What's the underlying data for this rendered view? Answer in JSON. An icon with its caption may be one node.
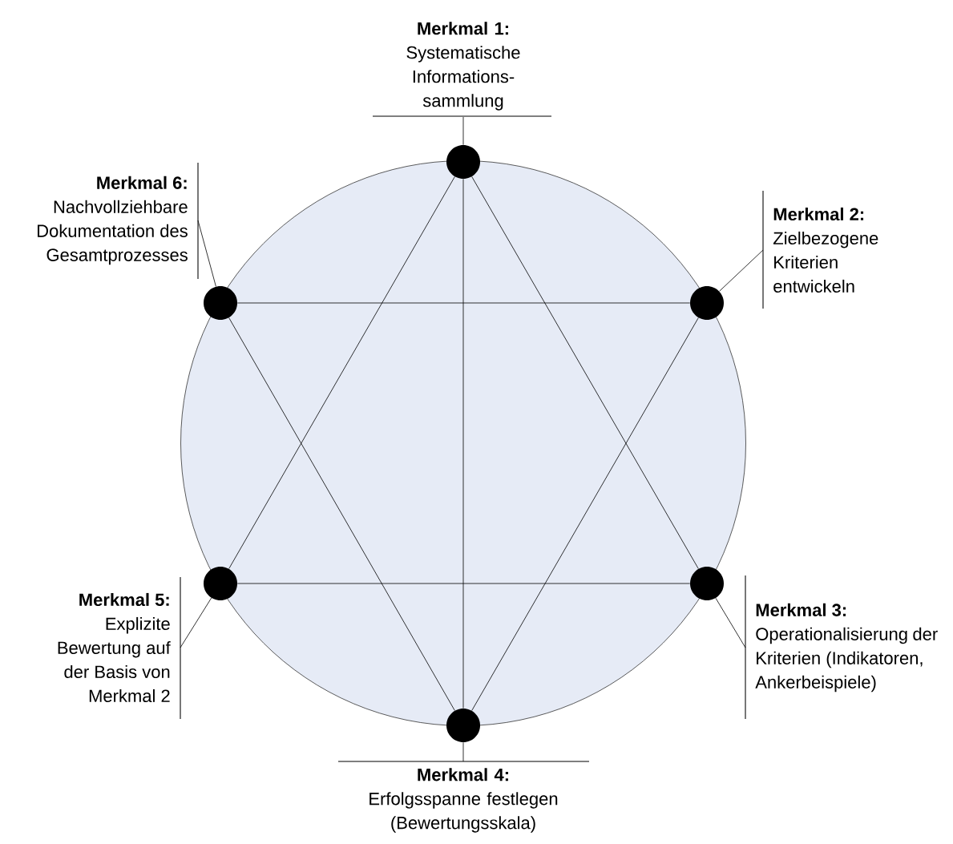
{
  "diagram": {
    "nodes": [
      {
        "text": [
          "Merkmal 1:",
          "Systematische Informations-sammlung"
        ]
      },
      {
        "text": [
          "Merkmal 2:",
          "Zielbezogene Kriterien entwickeln"
        ]
      },
      {
        "text": [
          "Merkmal 3:",
          "Operationalisierung der Kriterien (Indikatoren, Ankerbeispiele)"
        ]
      },
      {
        "text": [
          "Merkmal 4:",
          "Erfolgsspanne festlegen (Bewertungsskala)"
        ]
      },
      {
        "text": [
          "Merkmal 5:",
          "Explizite Bewertung auf der Basis von Merkmal 2"
        ]
      },
      {
        "text": [
          "Merkmal 6:",
          "Nachvollziehbare Dokumentation des Gesamtprozesses"
        ]
      },
      {
        "text": [],
        "shape": "circle"
      },
      {
        "text": [],
        "shape": "circle"
      },
      {
        "text": [],
        "shape": "circle"
      },
      {
        "text": [],
        "shape": "circle"
      },
      {
        "text": [],
        "shape": "circle"
      },
      {
        "text": [],
        "shape": "circle"
      }
    ],
    "edges": [
      {
        "from": 6,
        "to": 9,
        "arrow": "none"
      },
      {
        "from": 6,
        "to": 10,
        "arrow": "none"
      },
      {
        "from": 6,
        "to": 11,
        "arrow": "none"
      },
      {
        "from": 11,
        "to": 7,
        "arrow": "none"
      },
      {
        "from": 11,
        "to": 8,
        "arrow": "none"
      },
      {
        "from": 7,
        "to": 8,
        "arrow": "none"
      },
      {
        "from": 9,
        "to": 10,
        "arrow": "none"
      },
      {
        "from": 0,
        "to": 6,
        "arrow": "none"
      },
      {
        "from": 1,
        "to": 8,
        "arrow": "none"
      },
      {
        "from": 2,
        "to": 10,
        "arrow": "none"
      },
      {
        "from": 3,
        "to": 11,
        "arrow": "none"
      },
      {
        "from": 4,
        "to": 9,
        "arrow": "none"
      },
      {
        "from": 5,
        "to": 7,
        "arrow": "none"
      }
    ]
  }
}
